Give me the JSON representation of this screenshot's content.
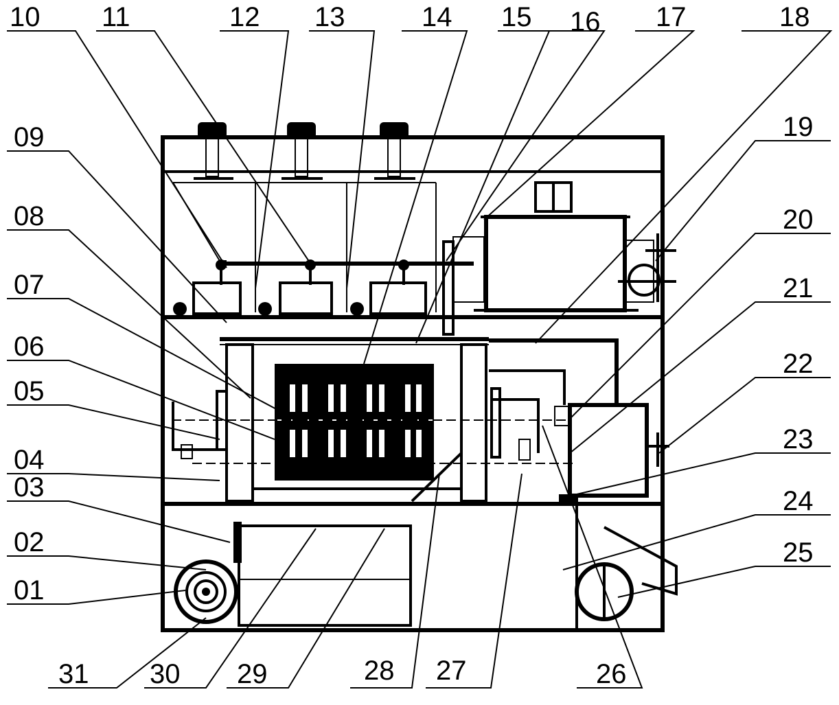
{
  "diagram": {
    "labels_top": [
      "10",
      "11",
      "12",
      "13",
      "14",
      "15",
      "16",
      "17",
      "18"
    ],
    "labels_left": [
      "09",
      "08",
      "07",
      "06",
      "05",
      "04",
      "03",
      "02",
      "01"
    ],
    "labels_right": [
      "19",
      "20",
      "21",
      "22",
      "23",
      "24",
      "25"
    ],
    "labels_bottom": [
      "31",
      "30",
      "29",
      "28",
      "27",
      "26"
    ]
  },
  "colors": {
    "ink": "#000000",
    "paper": "#ffffff"
  }
}
